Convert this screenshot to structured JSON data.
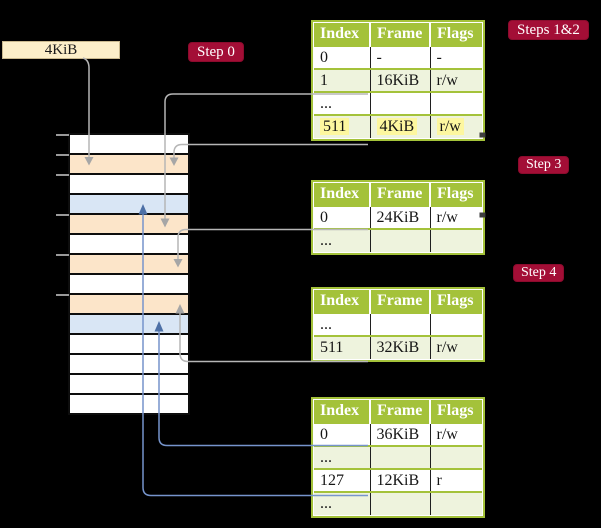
{
  "frame_box": {
    "label": "4KiB"
  },
  "step_labels": {
    "step0": "Step 0",
    "steps12": "Steps 1&2",
    "step3": "Step 3",
    "step4": "Step 4"
  },
  "tables": [
    {
      "headers": [
        "Index",
        "Frame",
        "Flags"
      ],
      "rows": [
        {
          "index": "0",
          "frame": "-",
          "flags": "-"
        },
        {
          "index": "1",
          "frame": "16KiB",
          "flags": "r/w"
        },
        {
          "index": "...",
          "frame": "",
          "flags": ""
        },
        {
          "index": "511",
          "frame": "4KiB",
          "flags": "r/w",
          "highlight": true
        }
      ]
    },
    {
      "headers": [
        "Index",
        "Frame",
        "Flags"
      ],
      "rows": [
        {
          "index": "0",
          "frame": "24KiB",
          "flags": "r/w"
        },
        {
          "index": "...",
          "frame": "",
          "flags": ""
        }
      ]
    },
    {
      "headers": [
        "Index",
        "Frame",
        "Flags"
      ],
      "rows": [
        {
          "index": "...",
          "frame": "",
          "flags": ""
        },
        {
          "index": "511",
          "frame": "32KiB",
          "flags": "r/w"
        }
      ]
    },
    {
      "headers": [
        "Index",
        "Frame",
        "Flags"
      ],
      "rows": [
        {
          "index": "0",
          "frame": "36KiB",
          "flags": "r/w"
        },
        {
          "index": "...",
          "frame": "",
          "flags": ""
        },
        {
          "index": "127",
          "frame": "12KiB",
          "flags": "r"
        },
        {
          "index": "...",
          "frame": "",
          "flags": ""
        }
      ]
    }
  ],
  "memory": {
    "rows": [
      "white",
      "peach",
      "white",
      "blue",
      "peach",
      "white",
      "peach",
      "white",
      "peach",
      "blue",
      "white",
      "white",
      "white",
      "white"
    ]
  },
  "arrows": [
    {
      "from": "4KiB box",
      "to": "memory frame at 4KiB",
      "color": "gray"
    },
    {
      "from": "table1 entry 1 (16KiB)",
      "to": "memory frame at 16KiB",
      "color": "gray"
    },
    {
      "from": "table1 entry 511 (4KiB)",
      "to": "memory frame at 4KiB",
      "color": "gray"
    },
    {
      "from": "table2 entry 0 (24KiB)",
      "to": "memory frame at 24KiB",
      "color": "gray"
    },
    {
      "from": "table3 entry 511 (32KiB)",
      "to": "memory frame at 32KiB",
      "color": "gray"
    },
    {
      "from": "table4 entry 0 (36KiB)",
      "to": "memory frame at 36KiB",
      "color": "blue"
    },
    {
      "from": "table4 entry 127 (12KiB)",
      "to": "memory frame at 12KiB",
      "color": "blue"
    }
  ],
  "colors": {
    "table_green": "#a4c23a",
    "row_light_green": "#eef3dd",
    "highlight_yellow": "#fdf79f",
    "label_crimson": "#a30e36",
    "memory_peach": "#fce5c9",
    "memory_blue": "#d9e6f5",
    "box_cream": "#fcefc9",
    "arrow_gray": "#b6b6b6",
    "arrow_blue": "#7694cc"
  }
}
